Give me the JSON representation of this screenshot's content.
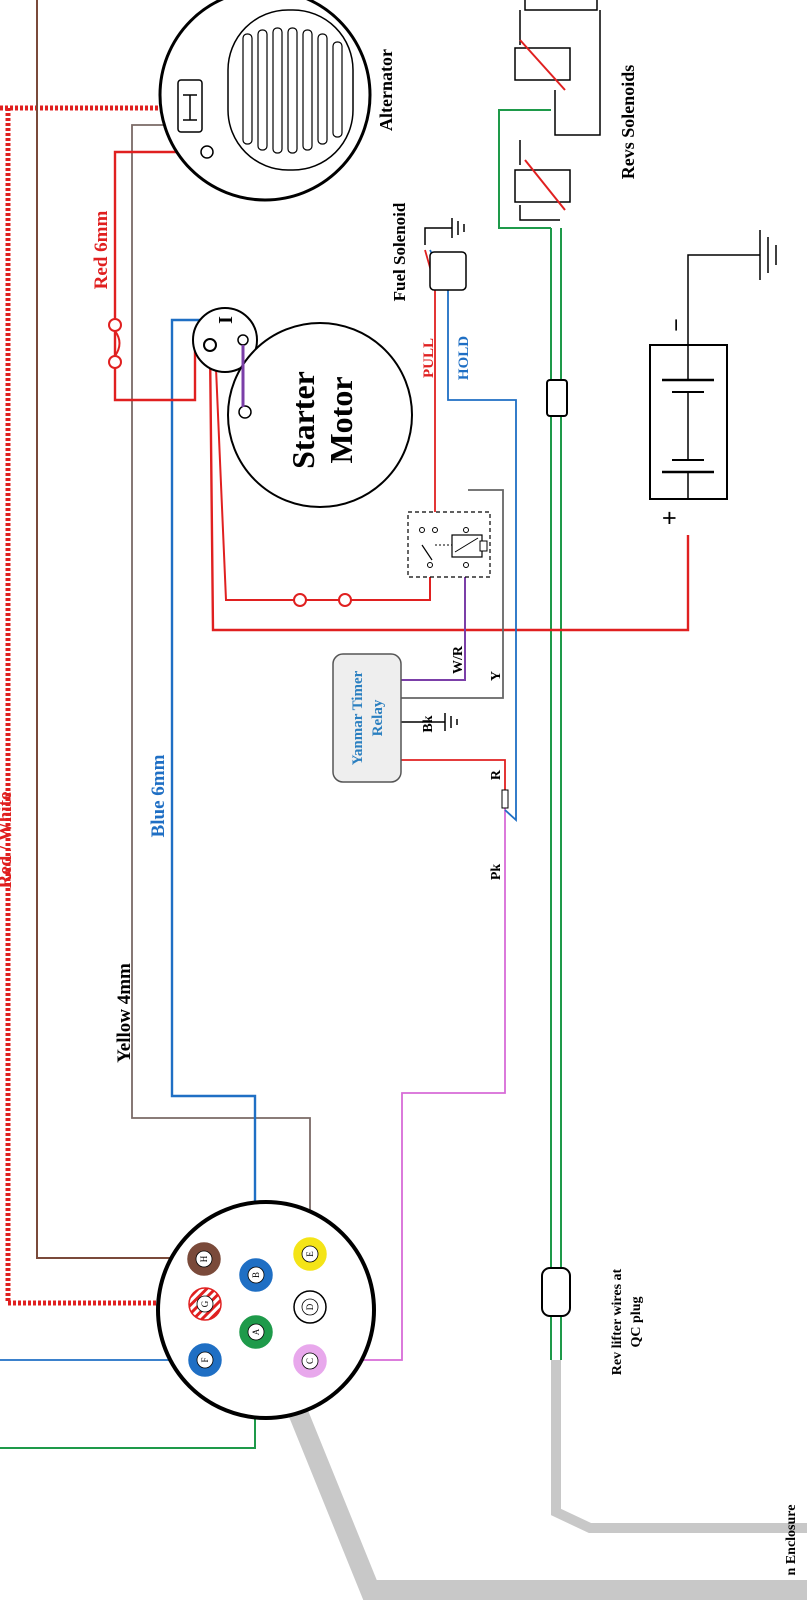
{
  "labels": {
    "alternator": "Alternator",
    "revs_solenoids": "Revs Solenoids",
    "fuel_solenoid": "Fuel Solenoid",
    "pull": "PULL",
    "hold": "HOLD",
    "red_6mm": "Red 6mm",
    "starter_line1": "Starter",
    "starter_line2": "Motor",
    "blue_6mm": "Blue 6mm",
    "red_white": "Red / White",
    "yellow_4mm": "Yellow 4mm",
    "timer_line1": "Yanmar Timer",
    "timer_line2": "Relay",
    "wr": "W/R",
    "y": "Y",
    "bk": "Bk",
    "r": "R",
    "pk": "Pk",
    "rev_line1": "Rev lifter wires at",
    "rev_line2": "QC plug",
    "enclosure": "n Enclosure",
    "battery_plus": "+",
    "battery_minus": "−",
    "starter_terminal_mark": "I"
  },
  "connector_pins": [
    {
      "id": "H",
      "color": "#7a4a3a",
      "text_color": "#ffffff"
    },
    {
      "id": "G",
      "color": "#e02020",
      "text_color": "#ffffff"
    },
    {
      "id": "F",
      "color": "#1f6fc4",
      "text_color": "#ffffff"
    },
    {
      "id": "B",
      "color": "#1f6fc4",
      "text_color": "#ffffff"
    },
    {
      "id": "D",
      "color": "#ffffff",
      "text_color": "#000000"
    },
    {
      "id": "A",
      "color": "#1e9a4a",
      "text_color": "#ffffff"
    },
    {
      "id": "E",
      "color": "#f4e417",
      "text_color": "#000000"
    },
    {
      "id": "C",
      "color": "#e8a8ec",
      "text_color": "#000000"
    }
  ],
  "colors": {
    "red": "#e02020",
    "blue": "#1f6fc4",
    "brown": "#7a4a3a",
    "green": "#1e9a4a",
    "purple": "#7b3fa8",
    "pink": "#d76bd7",
    "grey": "#c8c8c8",
    "dark_grey": "#666666",
    "timer_text": "#2a7fc0"
  }
}
